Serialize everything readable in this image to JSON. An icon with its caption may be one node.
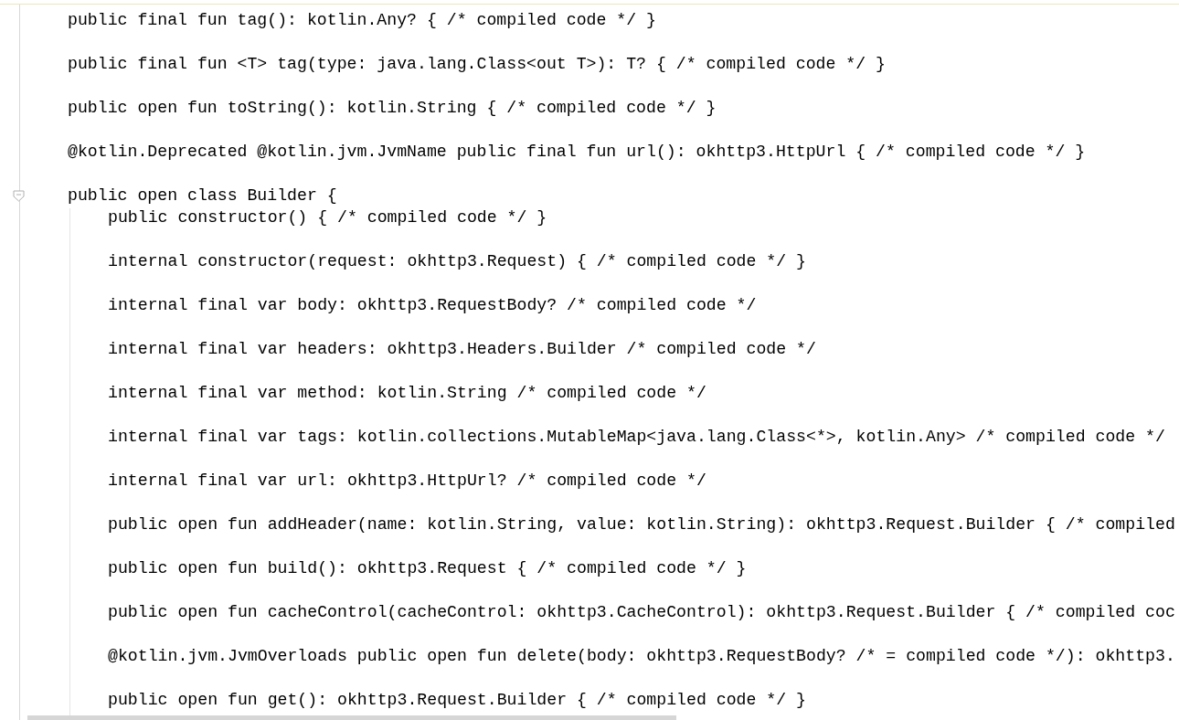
{
  "diagram": {
    "labels": [
      "public final fun tag(): kotlin.Any? { /* compiled code */ }",
      "public final fun <T> tag(type: java.lang.Class<out T>): T? { /* compiled code */ }",
      "public open fun toString(): kotlin.String { /* compiled code */ }",
      "@kotlin.Deprecated @kotlin.jvm.JvmName public final fun url(): okhttp3.HttpUrl { /* compiled code */ }",
      "public open class Builder {",
      "public constructor() { /* compiled code */ }",
      "internal constructor(request: okhttp3.Request) { /* compiled code */ }",
      "internal final var body: okhttp3.RequestBody? /* compiled code */",
      "internal final var headers: okhttp3.Headers.Builder /* compiled code */",
      "internal final var method: kotlin.String /* compiled code */",
      "internal final var tags: kotlin.collections.MutableMap<java.lang.Class<*>, kotlin.Any> /* compiled code */",
      "internal final var url: okhttp3.HttpUrl? /* compiled code */",
      "public open fun addHeader(name: kotlin.String, value: kotlin.String): okhttp3.Request.Builder { /* compiled",
      "public open fun build(): okhttp3.Request { /* compiled code */ }",
      "public open fun cacheControl(cacheControl: okhttp3.CacheControl): okhttp3.Request.Builder { /* compiled coc",
      "@kotlin.jvm.JvmOverloads public open fun delete(body: okhttp3.RequestBody? /* = compiled code */): okhttp3.",
      "public open fun get(): okhttp3.Request.Builder { /* compiled code */ }"
    ]
  }
}
